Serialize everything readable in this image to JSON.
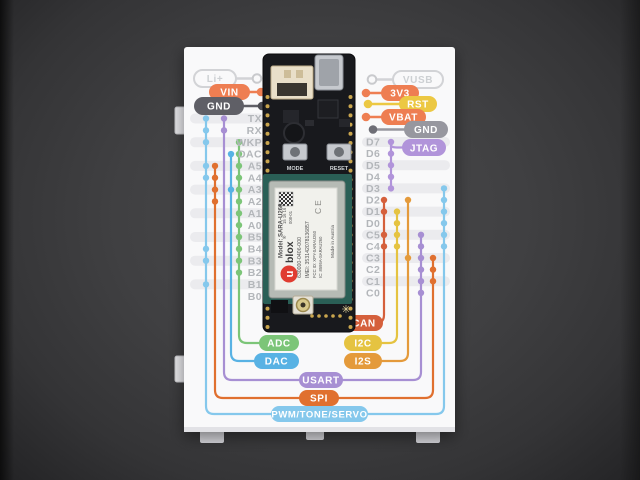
{
  "photo": {
    "background_color": "#3e3e40",
    "card_color": "#f9f9fa"
  },
  "card": {
    "power_left": [
      {
        "label": "Li+",
        "style": "outline"
      },
      {
        "label": "VIN",
        "color": "#ee7e52"
      },
      {
        "label": "GND",
        "color": "#5f5f66"
      }
    ],
    "power_right": [
      {
        "label": "VUSB",
        "style": "outline"
      },
      {
        "label": "3V3",
        "color": "#ee7e52"
      },
      {
        "label": "RST",
        "color": "#ecc843"
      },
      {
        "label": "VBAT",
        "color": "#ee7e52"
      },
      {
        "label": "GND",
        "color": "#97979f"
      }
    ],
    "jtag": {
      "label": "JTAG",
      "color": "#b194da"
    },
    "pins_left": [
      "TX",
      "RX",
      "WKP",
      "DAC",
      "A5",
      "A4",
      "A3",
      "A2",
      "A1",
      "A0",
      "B5",
      "B4",
      "B3",
      "B2",
      "B1",
      "B0"
    ],
    "pins_right": [
      "D7",
      "D6",
      "D5",
      "D4",
      "D3",
      "D2",
      "D1",
      "D0",
      "C5",
      "C4",
      "C3",
      "C2",
      "C1",
      "C0"
    ],
    "buses": [
      {
        "name": "PWM/TONE/SERVO",
        "color": "#85c8ec",
        "pins_left": [
          "TX",
          "RX",
          "WKP",
          "A5",
          "A4",
          "B4",
          "B3",
          "B1"
        ],
        "pins_right": [
          "D3",
          "D2",
          "D1",
          "D0",
          "C5",
          "C4"
        ]
      },
      {
        "name": "SPI",
        "color": "#e0702f",
        "pins_left": [
          "A5",
          "A4",
          "A3",
          "A2"
        ],
        "pins_right": [
          "C3",
          "C2",
          "C1"
        ]
      },
      {
        "name": "USART",
        "color": "#a78fd3",
        "pins_left": [
          "TX",
          "RX"
        ],
        "pins_right": [
          "C5",
          "C4",
          "C3",
          "C2",
          "C1",
          "C0"
        ]
      },
      {
        "name": "DAC",
        "color": "#58b2e4",
        "pins_left": [
          "DAC",
          "A3"
        ],
        "pins_right": []
      },
      {
        "name": "ADC",
        "color": "#7cc578",
        "pins_left": [
          "WKP",
          "DAC",
          "A5",
          "A4",
          "A3",
          "A2",
          "A1",
          "A0",
          "B5",
          "B4",
          "B3",
          "B2"
        ],
        "pins_right": []
      },
      {
        "name": "CAN",
        "color": "#d5603c",
        "pins_left": [],
        "pins_right": [
          "D2",
          "D1",
          "C5",
          "C4"
        ]
      },
      {
        "name": "I2C",
        "color": "#e5c341",
        "pins_left": [],
        "pins_right": [
          "D1",
          "D0",
          "C5",
          "C4"
        ]
      },
      {
        "name": "I2S",
        "color": "#e49a3b",
        "pins_left": [],
        "pins_right": [
          "D2",
          "C3"
        ]
      },
      {
        "name": "JTAG",
        "color": "#b194da",
        "pins_left": [],
        "pins_right": [
          "D7",
          "D6",
          "D5",
          "D4",
          "D3"
        ]
      }
    ]
  },
  "board": {
    "buttons": {
      "mode": "MODE",
      "reset": "RESET"
    },
    "module": {
      "brand": "blox",
      "registered": "®",
      "model": "Model: SARA-U260",
      "part_number": "630000-0406-000",
      "imei": "IMEI: 353142078136857",
      "fcc": "FCC ID: XPY-SARAU260",
      "ic": "IC: 8595A-SARAU260",
      "origin": "Made in Austria",
      "date_code": "15 16 16",
      "rev": "008-01",
      "ce_mark": "CE"
    }
  }
}
